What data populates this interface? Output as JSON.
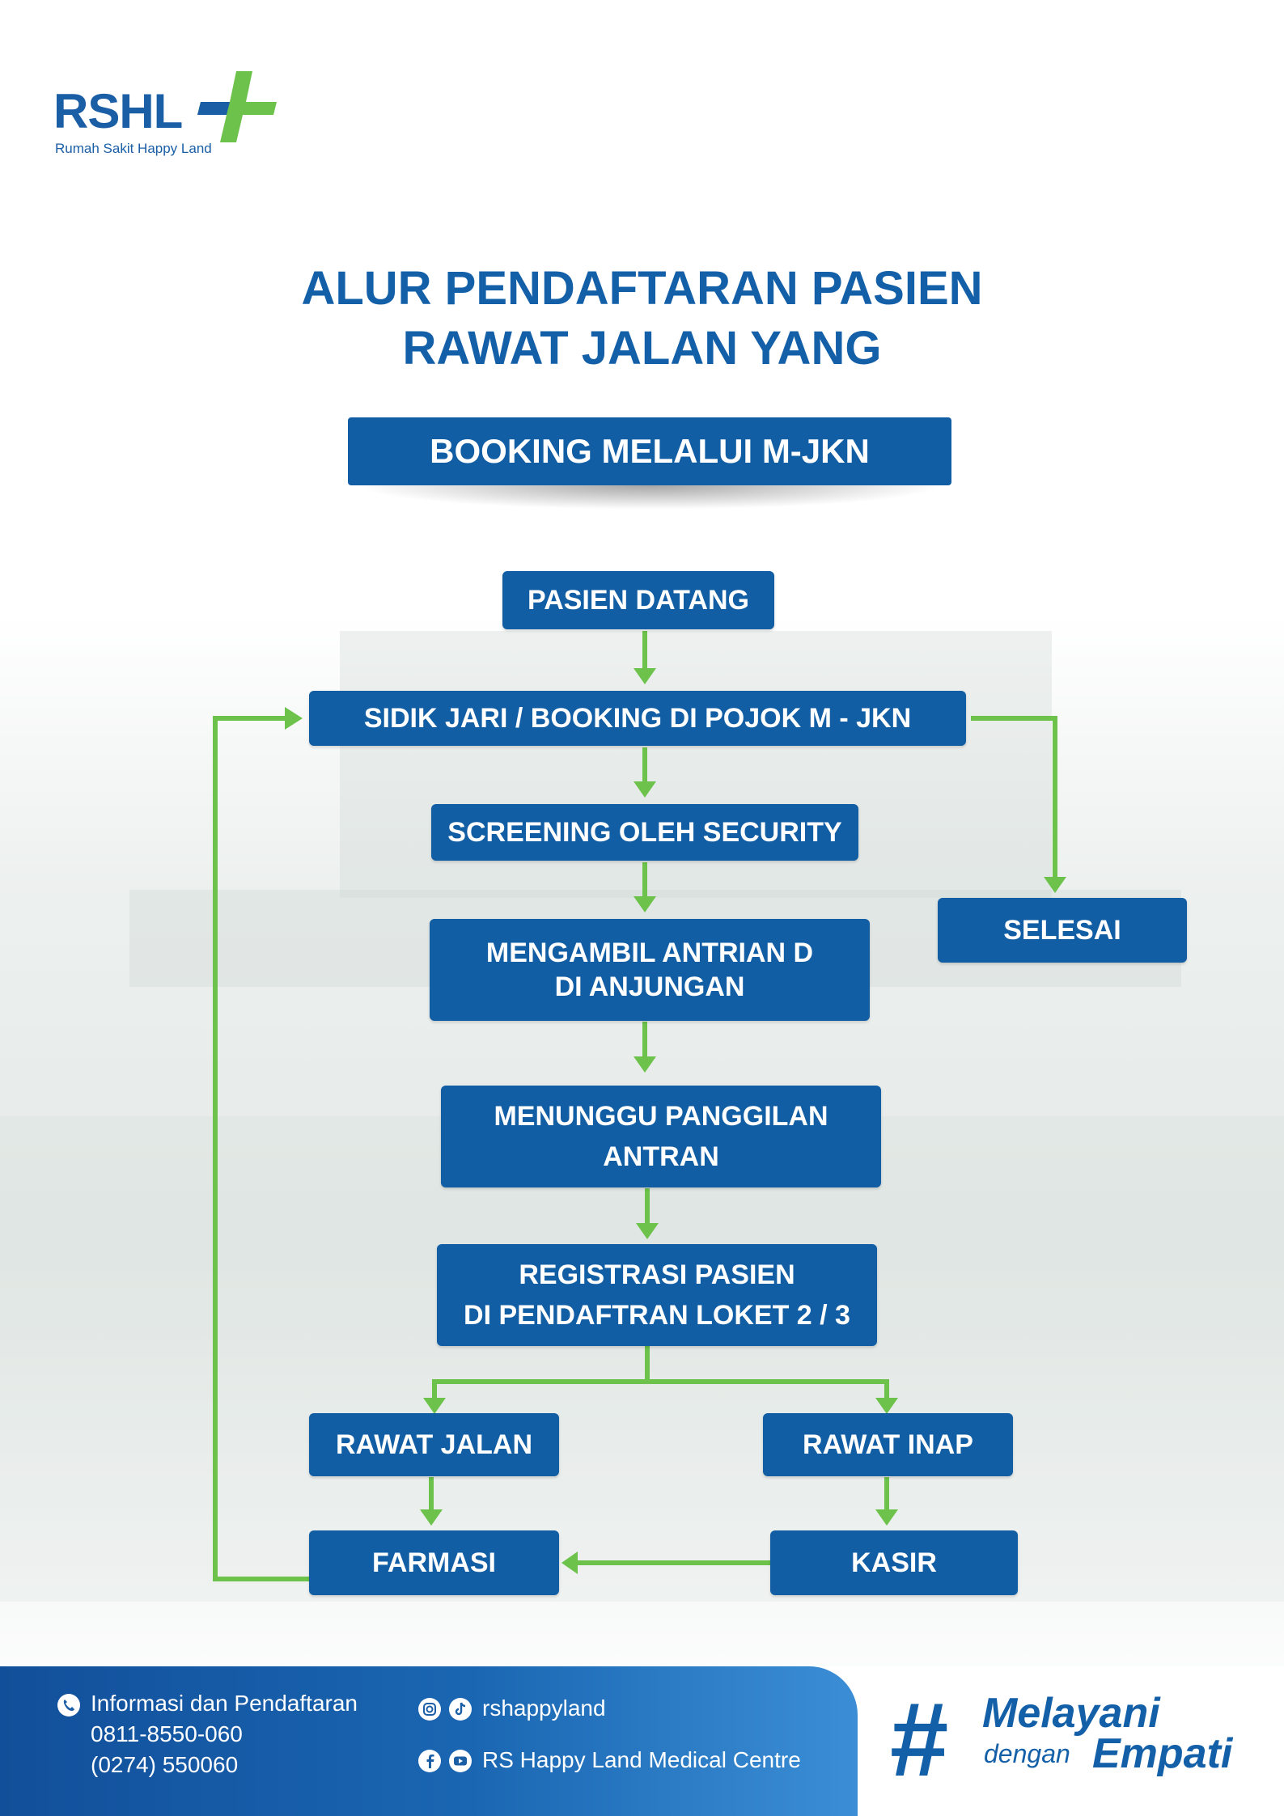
{
  "logo": {
    "name": "RSHL",
    "tagline": "Rumah Sakit Happy Land"
  },
  "title": {
    "line1": "ALUR PENDAFTARAN PASIEN",
    "line2": "RAWAT JALAN YANG",
    "subtitle": "BOOKING MELALUI M-JKN"
  },
  "flow": {
    "step1": "PASIEN DATANG",
    "step2": "SIDIK JARI / BOOKING DI POJOK M - JKN",
    "step3": "SCREENING OLEH SECURITY",
    "step4_l1": "MENGAMBIL ANTRIAN D",
    "step4_l2": "DI ANJUNGAN",
    "step5_l1": "MENUNGGU PANGGILAN",
    "step5_l2": "ANTRAN",
    "step6_l1": "REGISTRASI PASIEN",
    "step6_l2": "DI PENDAFTRAN LOKET 2 / 3",
    "rawat_jalan": "RAWAT JALAN",
    "rawat_inap": "RAWAT INAP",
    "farmasi": "FARMASI",
    "kasir": "KASIR",
    "selesai": "SELESAI"
  },
  "colors": {
    "box": "#125ea4",
    "arrow": "#6cc24a",
    "title": "#1460a8"
  },
  "footer": {
    "info_label": "Informasi dan Pendaftaran",
    "phone1": "0811-8550-060",
    "phone2": "(0274) 550060",
    "social_handle": "rshappyland",
    "social_page": "RS Happy Land Medical Centre",
    "tag_hash": "#",
    "tag_line1": "Melayani",
    "tag_line2": "dengan",
    "tag_line3": "Empati",
    "icons": [
      "phone-icon",
      "instagram-icon",
      "tiktok-icon",
      "facebook-icon",
      "youtube-icon"
    ]
  }
}
